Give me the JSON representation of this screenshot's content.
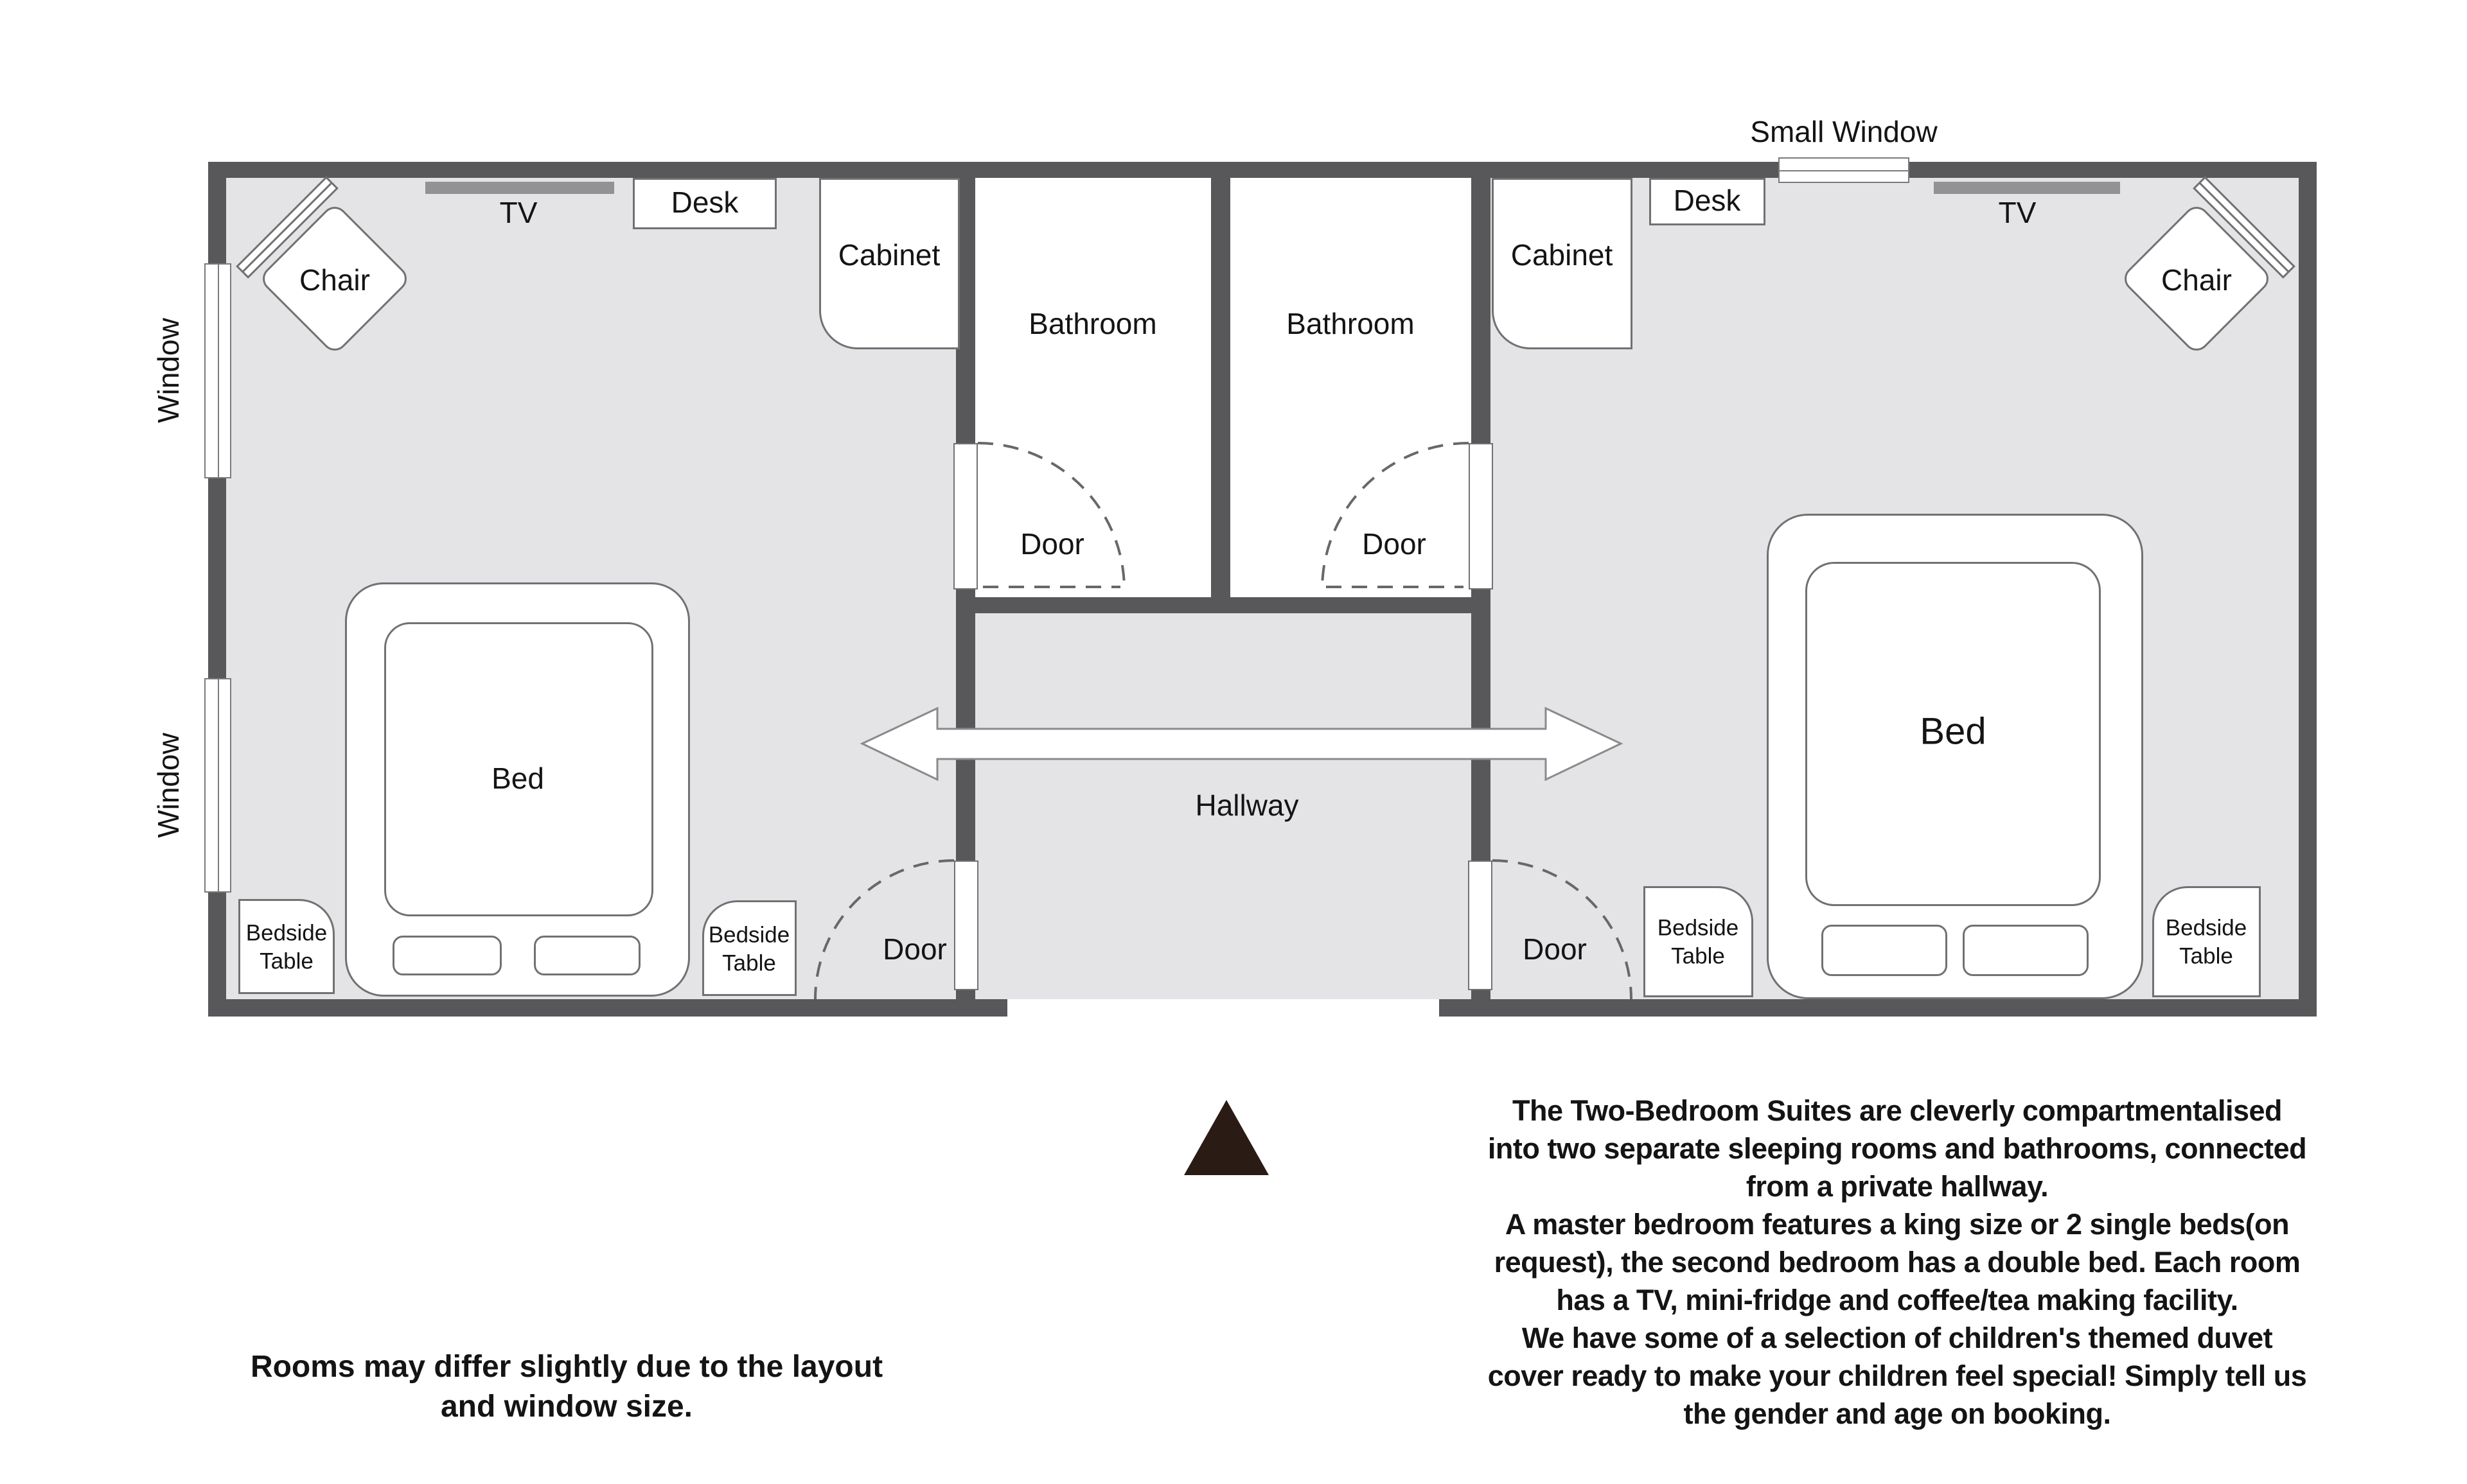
{
  "colors": {
    "wall": "#58585a",
    "room_fill": "#e4e4e6",
    "furniture_fill": "#ffffff",
    "outline": "#717174",
    "tv_bar": "#929295",
    "dash": "#68686b",
    "triangle": "#2b1b15",
    "text": "#141414"
  },
  "floorplan": {
    "labels": {
      "window": "Window",
      "small_window": "Small Window",
      "tv": "TV",
      "desk": "Desk",
      "cabinet": "Cabinet",
      "chair": "Chair",
      "bathroom": "Bathroom",
      "door": "Door",
      "hallway": "Hallway",
      "bed": "Bed",
      "bedside_table": "Bedside\nTable"
    }
  },
  "notes": {
    "left": "Rooms may differ slightly due to the layout\nand window size.",
    "right": "The Two-Bedroom Suites are cleverly compartmentalised\ninto two separate sleeping rooms and bathrooms, connected\nfrom a private hallway.\nA master bedroom features a king size or 2 single beds(on\nrequest), the second bedroom has a double bed. Each room\nhas a TV, mini-fridge and coffee/tea making facility.\nWe have some of a selection of children's themed duvet\ncover ready to make your children feel special! Simply tell us\nthe gender and age on booking."
  }
}
